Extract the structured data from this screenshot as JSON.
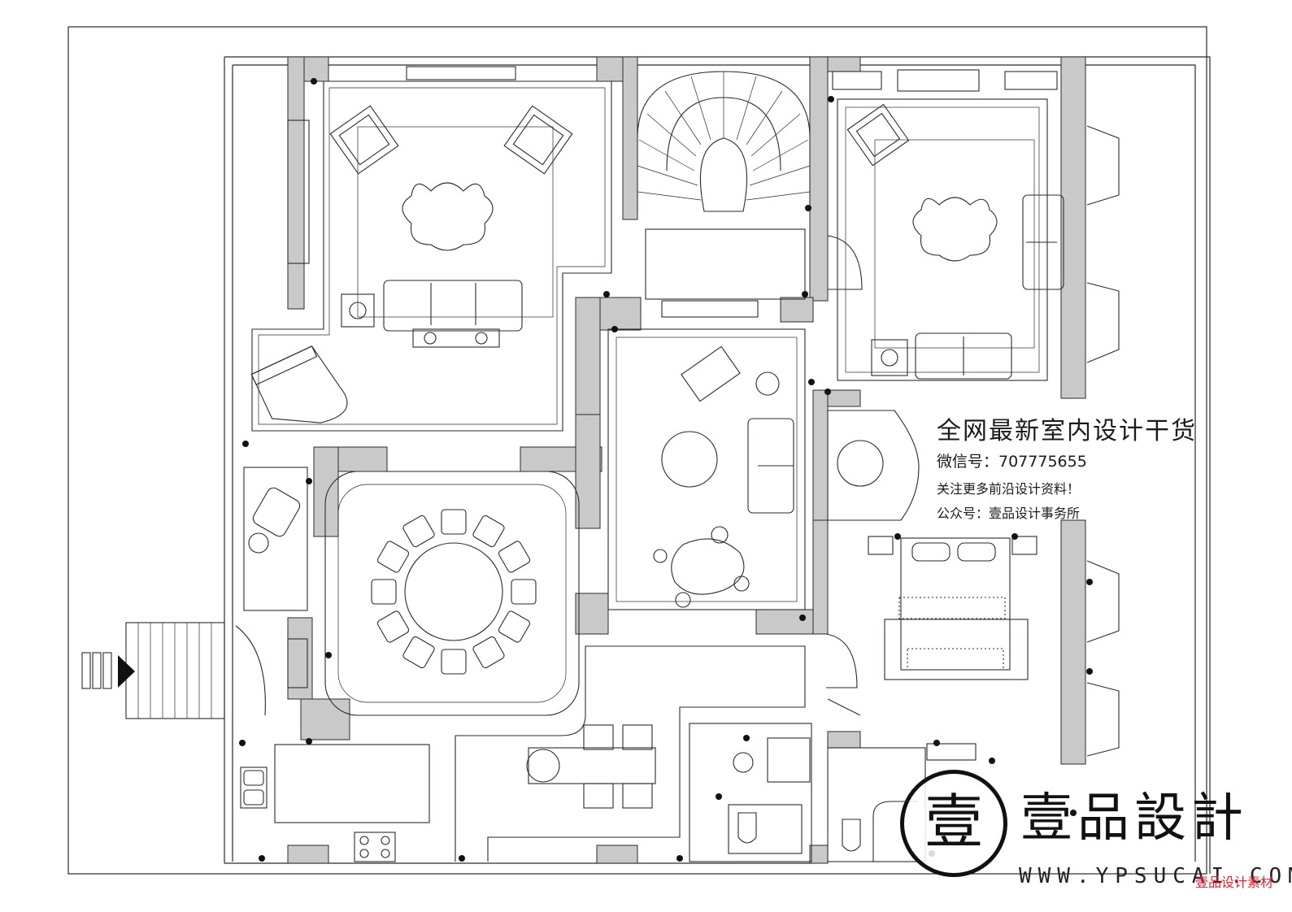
{
  "watermark": {
    "title": "全网最新室内设计干货",
    "wechat": "微信号：707775655",
    "follow": "关注更多前沿设计资料！",
    "account": "公众号：壹品设计事务所"
  },
  "brand": {
    "seal_char": "壹",
    "name": "壹品設計",
    "url": "WWW.YPSUCAI.COM",
    "site_mark": "壹品设计素材"
  },
  "colors": {
    "line": "#2a2a2a",
    "wall_fill": "#c9c9c9",
    "background": "#ffffff"
  },
  "furniture_counts": {
    "dining_chairs": 12,
    "bar_stools": 4
  }
}
